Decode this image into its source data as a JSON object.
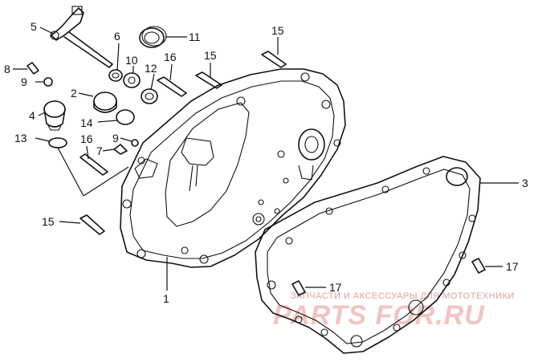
{
  "callouts": {
    "c1": "1",
    "c2": "2",
    "c3": "3",
    "c4": "4",
    "c5": "5",
    "c6": "6",
    "c7": "7",
    "c8": "8",
    "c9a": "9",
    "c9b": "9",
    "c10": "10",
    "c11": "11",
    "c12": "12",
    "c13": "13",
    "c14": "14",
    "c15a": "15",
    "c15b": "15",
    "c15c": "15",
    "c16a": "16",
    "c16b": "16",
    "c17a": "17",
    "c17b": "17"
  },
  "watermark": {
    "subtitle": "ЗАПЧАСТИ И АКСЕССУАРЫ ДЛЯ МОТОТЕХНИКИ",
    "brand": "PARTS FOR.RU"
  }
}
